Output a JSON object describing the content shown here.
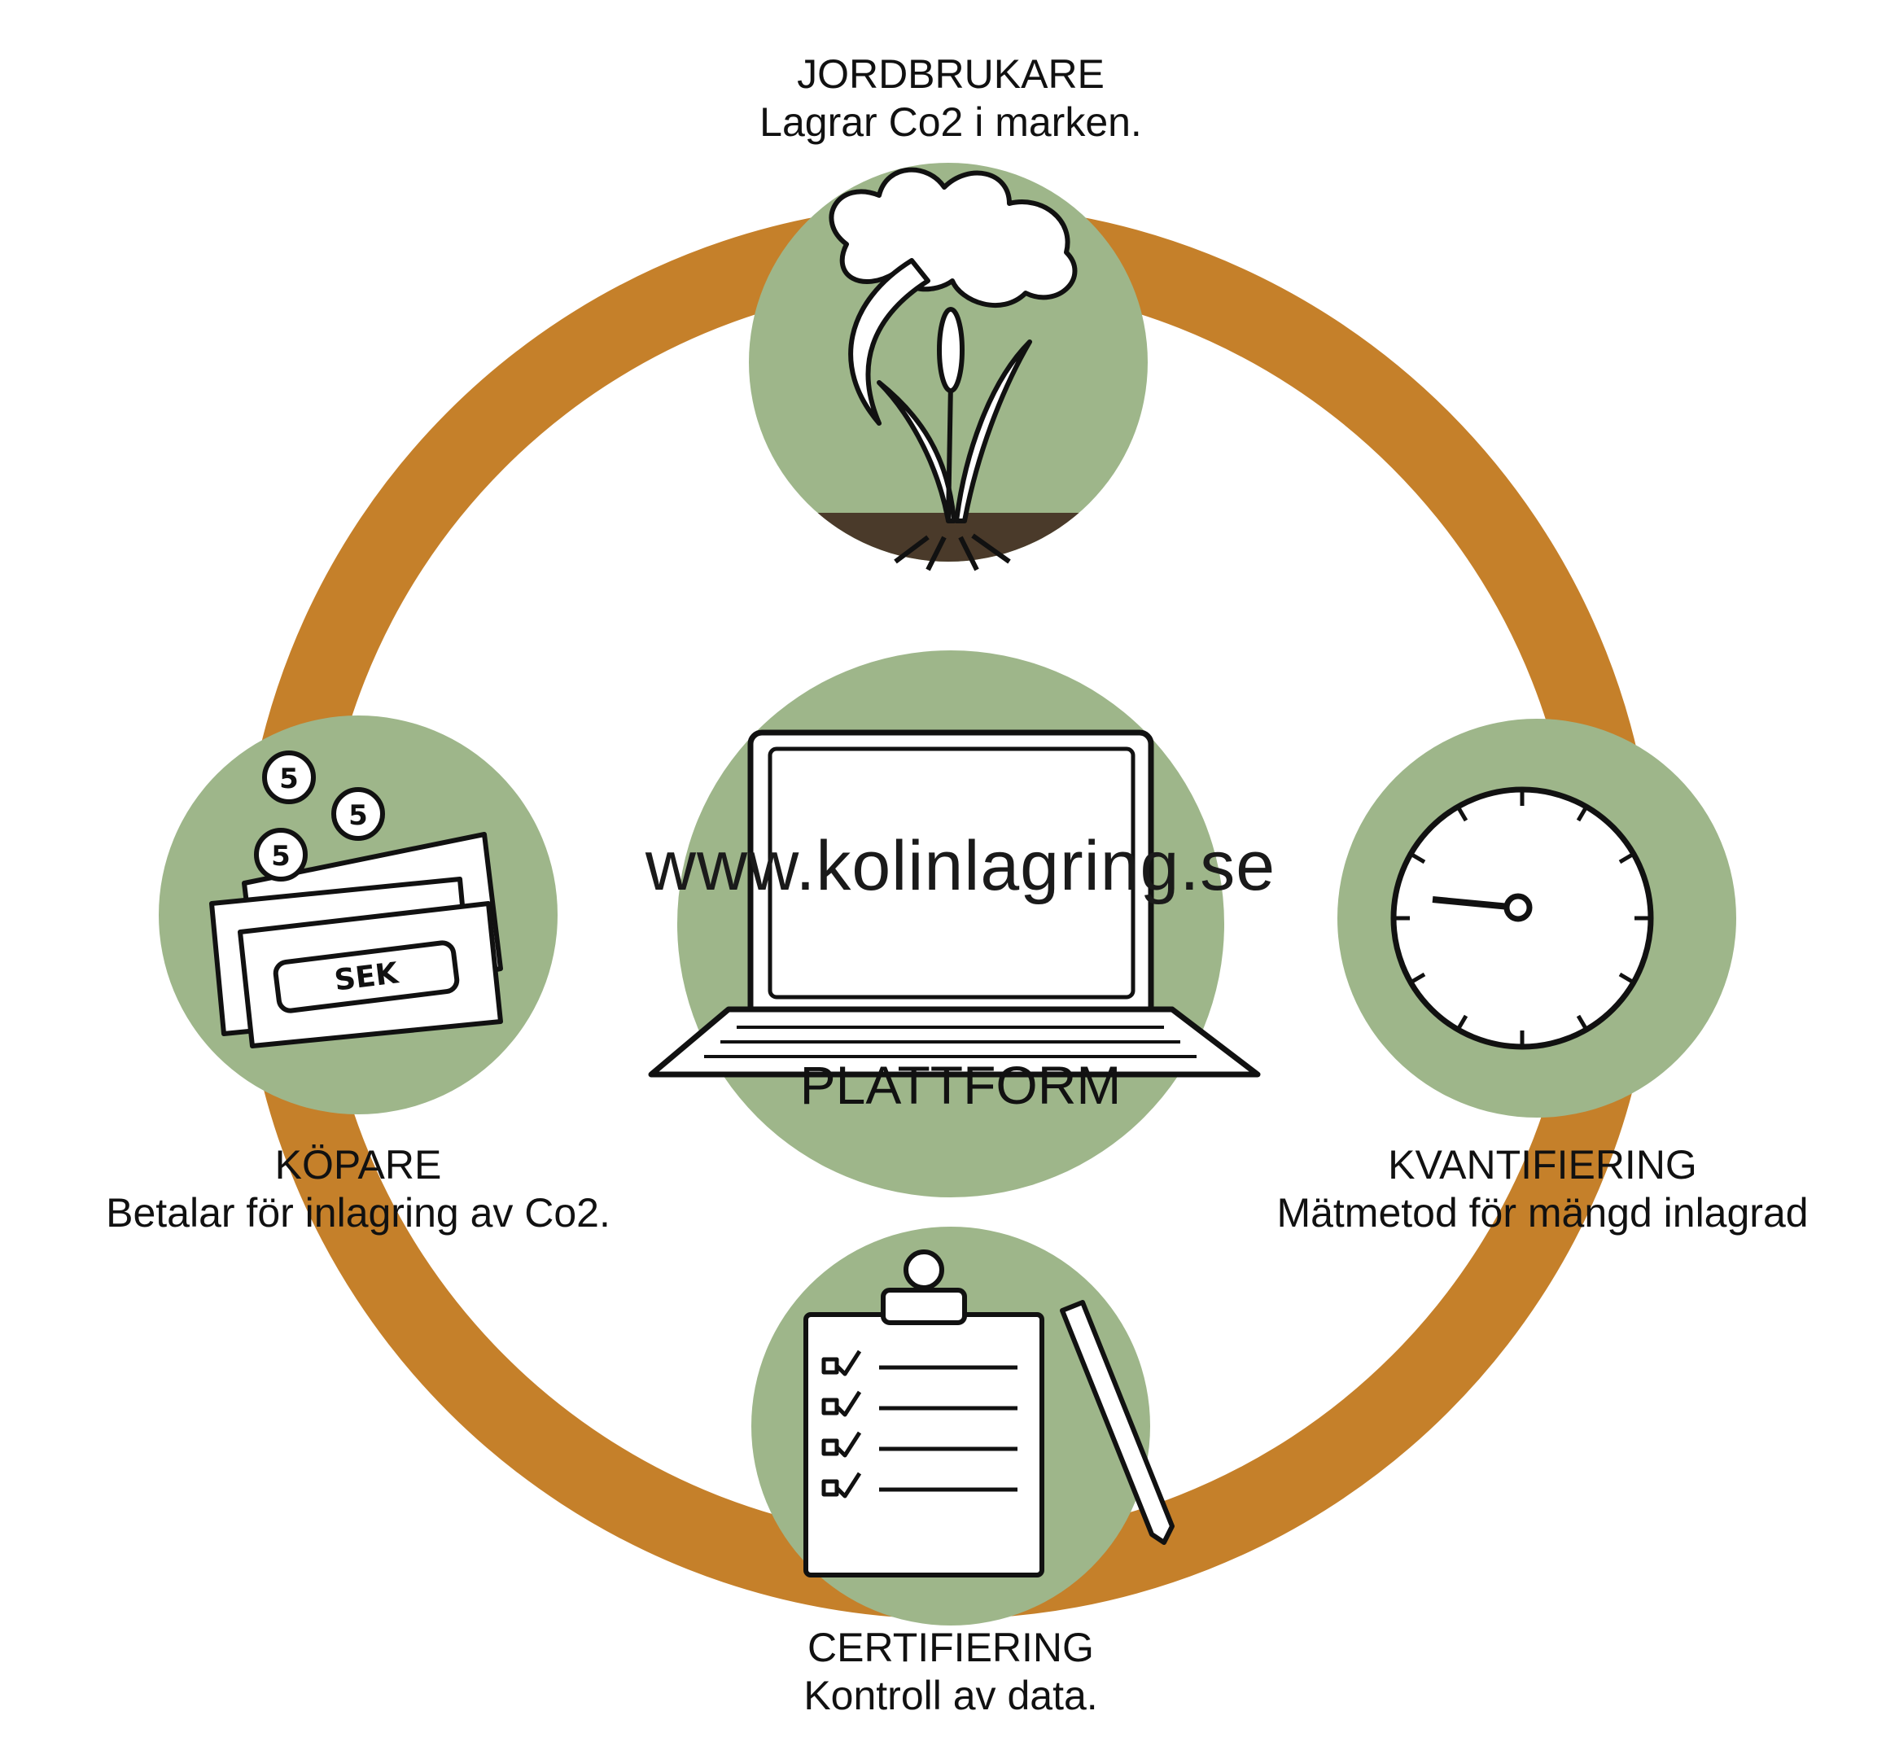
{
  "colors": {
    "ring": "#c5802a",
    "node_fill": "#9eb68a",
    "ink": "#111111",
    "soil": "#4a3a2a",
    "paper": "#ffffff"
  },
  "center": {
    "url": "www.kolinlagring.se",
    "title": "PLATTFORM",
    "icon": "laptop-icon"
  },
  "nodes": {
    "farmer": {
      "title": "JORDBRUKARE",
      "desc": "Lagrar Co2 i marken.",
      "icon": "plant-icon"
    },
    "quantification": {
      "title": "KVANTIFIERING",
      "desc": "Mätmetod för mängd inlagrad",
      "icon": "gauge-icon"
    },
    "certification": {
      "title": "CERTIFIERING",
      "desc": "Kontroll av data.",
      "icon": "checklist-clipboard-icon"
    },
    "buyer": {
      "title": "KÖPARE",
      "desc": "Betalar för inlagring av Co2.",
      "icon": "money-icon"
    }
  },
  "money": {
    "banknote_text": "SEK",
    "coin_text": "5"
  }
}
